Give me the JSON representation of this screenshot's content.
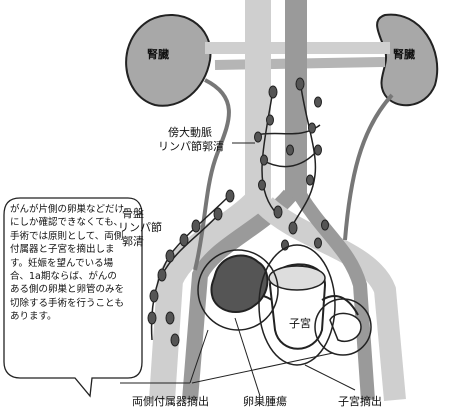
{
  "labels": {
    "kidney_left": "腎臓",
    "kidney_right": "腎臓",
    "paraaortic_line1": "傍大動脈",
    "paraaortic_line2": "リンパ節郭清",
    "pelvic_line1": "骨盤",
    "pelvic_line2": "リンパ節",
    "pelvic_line3": "郭清",
    "uterus": "子宮",
    "adnexa_removal": "両側付属器摘出",
    "ovarian_tumor": "卵巣腫瘍",
    "hysterectomy": "子宮摘出"
  },
  "note": "がんが片側の卵巣などだけにしか確認できなくても、手術では原則として、両側付属器と子宮を摘出します。妊娠を望んでいる場合、1a期ならば、がんのある側の卵巣と卵管のみを切除する手術を行うこともあります。",
  "colors": {
    "line": "#222222",
    "vessel_gray": "#9a9a9a",
    "vessel_light": "#cfcfcf",
    "kidney": "#a8a8a8",
    "node_fill": "#555555"
  }
}
